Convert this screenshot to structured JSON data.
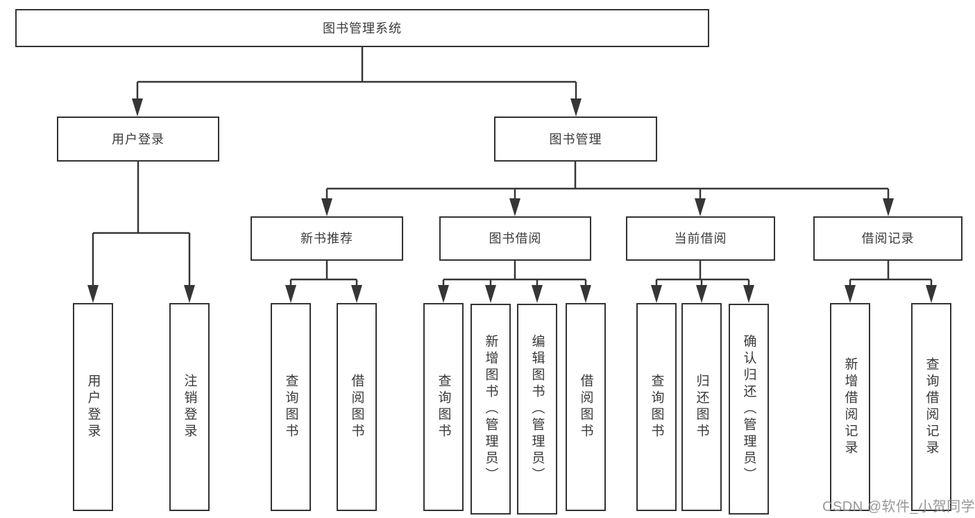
{
  "nodes": {
    "root": "图书管理系统",
    "level2": {
      "user_login": "用户登录",
      "book_mgmt": "图书管理"
    },
    "level3": {
      "new_books": "新书推荐",
      "book_borrow": "图书借阅",
      "current_borrow": "当前借阅",
      "borrow_records": "借阅记录"
    },
    "leaves": {
      "user_login": [
        "用户登录",
        "注销登录"
      ],
      "new_books": [
        "查询图书",
        "借阅图书"
      ],
      "book_borrow": [
        "查询图书",
        "新增图书（管理员）",
        "编辑图书（管理员）",
        "借阅图书"
      ],
      "current_borrow": [
        "查询图书",
        "归还图书",
        "确认归还（管理员）"
      ],
      "borrow_records": [
        "新增借阅记录",
        "查询借阅记录"
      ]
    }
  },
  "watermark": {
    "text": "CSDN @软件_小贺同学"
  },
  "colors": {
    "line": "#363636",
    "box_border": "#333333",
    "text": "#3a3a3a",
    "watermark": "#8f8f8f",
    "background": "#ffffff"
  }
}
